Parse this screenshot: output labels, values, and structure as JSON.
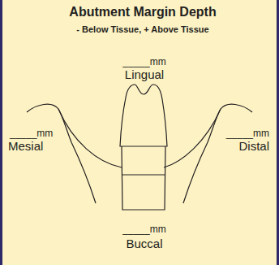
{
  "diagram": {
    "title": "Abutment Margin Depth",
    "labels": [
      "- Below Tissue, + Above Tissue",
      "_____mm",
      "Lingual",
      "_____mm",
      "Mesial",
      "_____mm",
      "Distal",
      "_____mm",
      "Buccal"
    ]
  }
}
